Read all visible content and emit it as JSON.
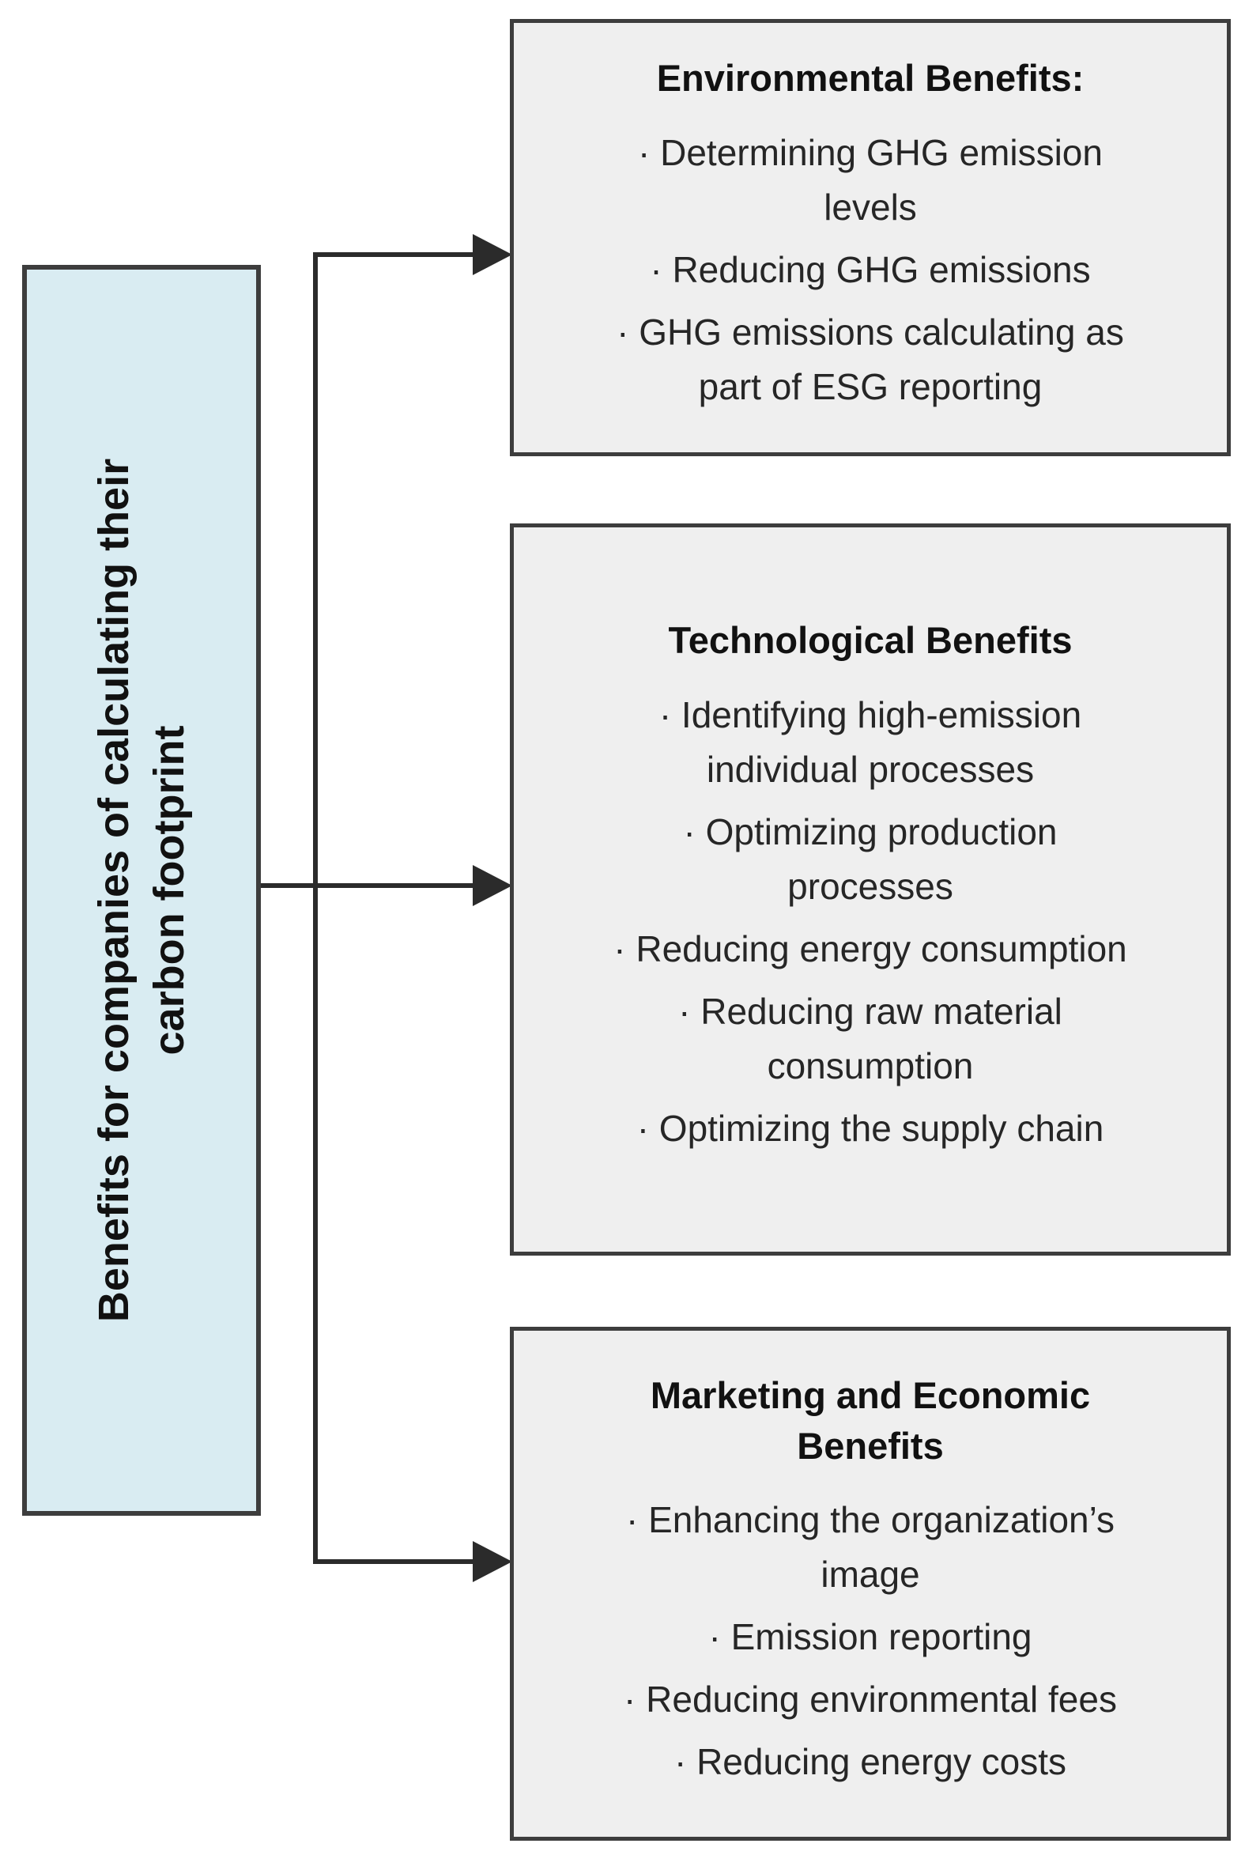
{
  "colors": {
    "left_box_fill": "#d9ecf2",
    "left_box_border": "#3d3d3d",
    "box_fill": "#efefef",
    "box_border": "#3d3d3d",
    "arrow": "#2b2b2b",
    "title_text": "#111111",
    "body_text": "#262626",
    "page_bg": "#ffffff"
  },
  "left_box": {
    "label": "Benefits for companies of calculating their\ncarbon footprint"
  },
  "boxes": [
    {
      "id": "environmental",
      "title": "Environmental Benefits:",
      "items": [
        "· Determining GHG emission\nlevels",
        "· Reducing GHG emissions",
        "· GHG emissions calculating as\npart of ESG reporting"
      ]
    },
    {
      "id": "technological",
      "title": "Technological Benefits",
      "items": [
        "· Identifying high-emission\nindividual processes",
        "· Optimizing production\nprocesses",
        "· Reducing energy consumption",
        "· Reducing raw material\nconsumption",
        "· Optimizing the supply chain"
      ]
    },
    {
      "id": "marketing_economic",
      "title": "Marketing and Economic\nBenefits",
      "items": [
        "· Enhancing the organization’s\nimage",
        "· Emission reporting",
        "· Reducing environmental fees",
        "· Reducing energy costs"
      ]
    }
  ]
}
